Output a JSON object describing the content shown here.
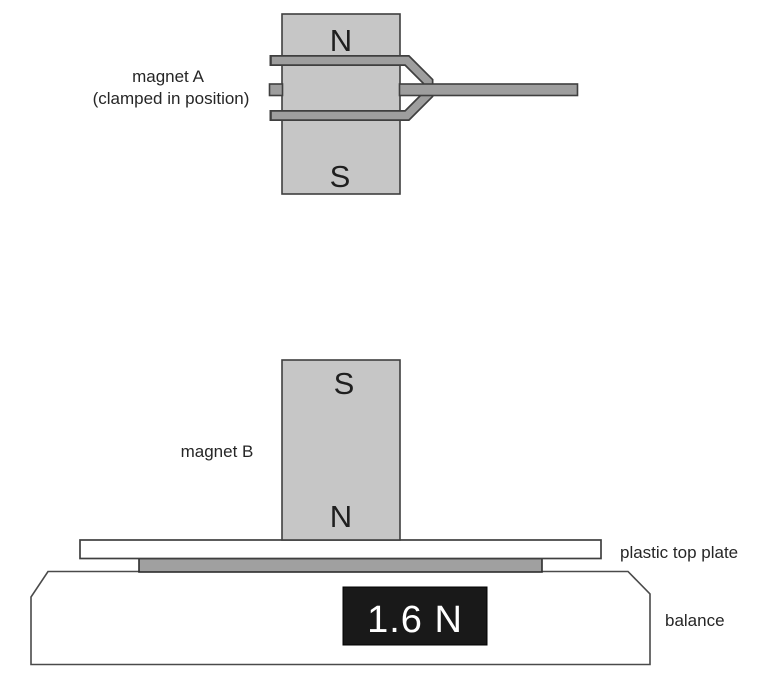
{
  "figure": {
    "magnet_a": {
      "caption_line1": "magnet A",
      "caption_line2": "(clamped in position)",
      "pole_top": "N",
      "pole_bottom": "S"
    },
    "magnet_b": {
      "caption": "magnet B",
      "pole_top": "S",
      "pole_bottom": "N"
    },
    "plate": {
      "caption": "plastic top plate"
    },
    "balance": {
      "caption": "balance",
      "reading": "1.6 N"
    }
  },
  "colors": {
    "background": "#ffffff",
    "magnet_fill": "#c6c6c6",
    "metal_fill": "#9e9e9e",
    "pan_fill": "#a0a0a0",
    "outline": "#3f3f3f",
    "display_bg": "#191919",
    "display_text": "#ffffff",
    "label_text": "#262626"
  }
}
